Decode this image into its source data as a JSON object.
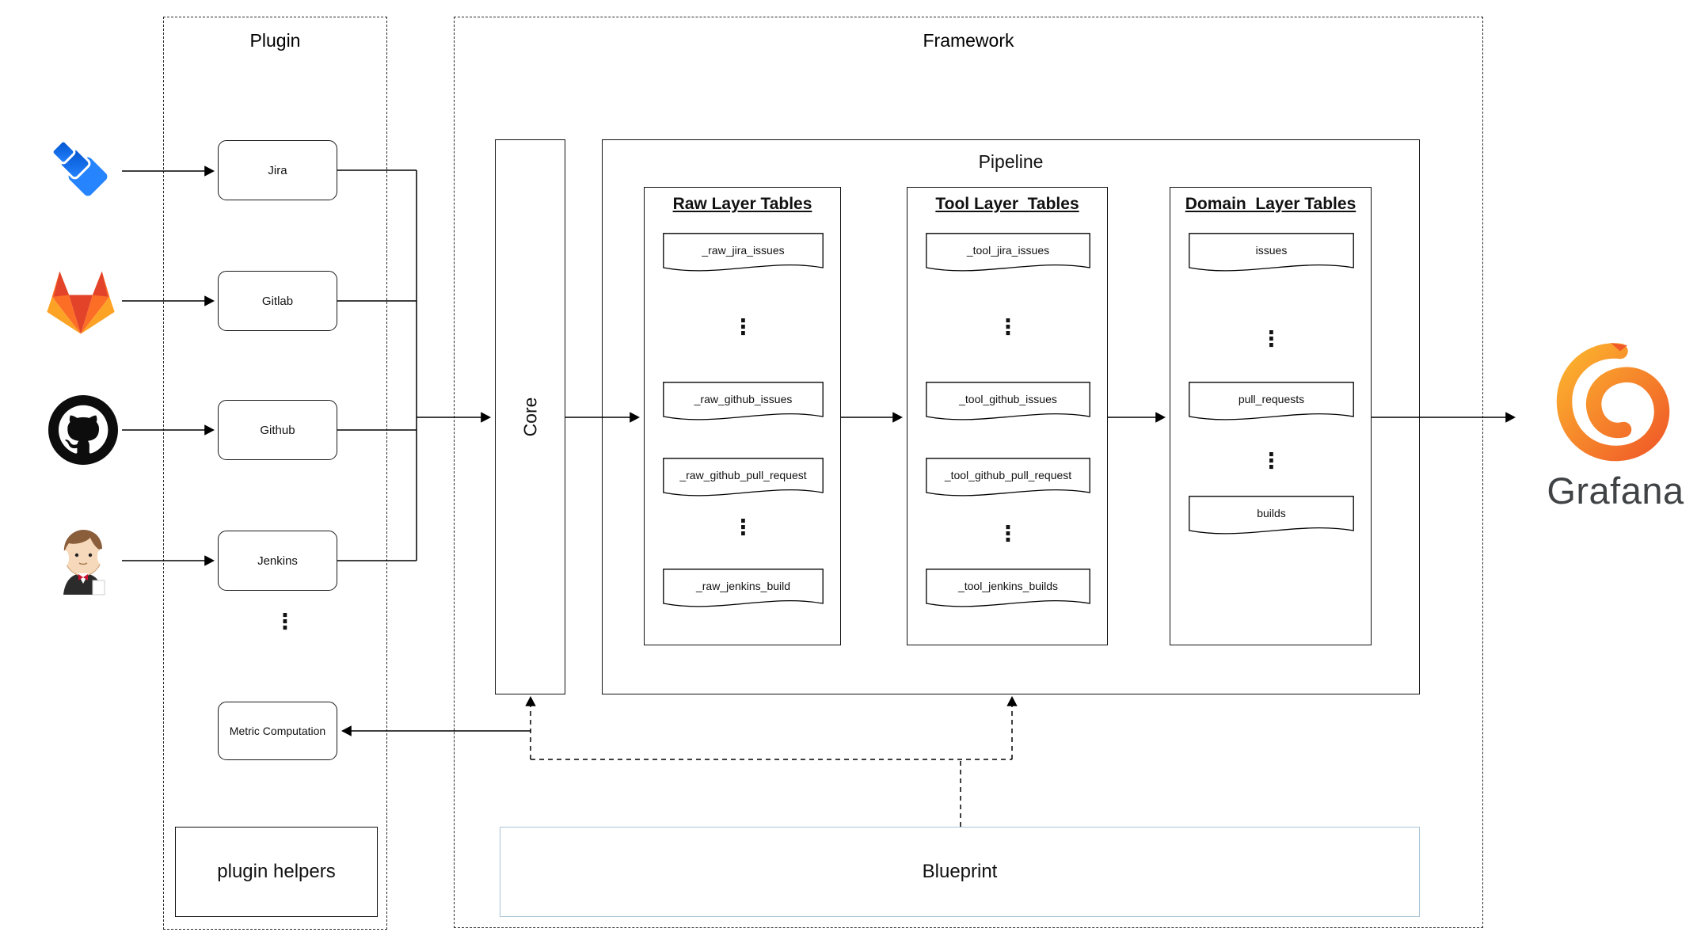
{
  "colors": {
    "line": "#000000",
    "blueprint_border": "#a9c4d6",
    "jira_blue_dark": "#0052CC",
    "jira_blue": "#2684FF",
    "gitlab_red": "#E24329",
    "gitlab_orange": "#FC6D26",
    "gitlab_yellow": "#FCA326",
    "github_black": "#0d0d0d",
    "grafana_orange_dark": "#F05A28",
    "grafana_orange_light": "#FCB42E",
    "grafana_text_color": "#404345"
  },
  "plugin": {
    "title": "Plugin",
    "nodes": [
      {
        "label": "Jira",
        "icon": "jira-logo"
      },
      {
        "label": "Gitlab",
        "icon": "gitlab-logo"
      },
      {
        "label": "Github",
        "icon": "github-logo"
      },
      {
        "label": "Jenkins",
        "icon": "jenkins-logo"
      }
    ],
    "ellipsis": "⋮",
    "metric_label": "Metric Computation",
    "helpers_label": "plugin helpers"
  },
  "framework": {
    "title": "Framework",
    "core_label": "Core",
    "pipeline": {
      "title": "Pipeline",
      "columns": [
        {
          "title": "Raw Layer Tables",
          "items": [
            {
              "type": "doc",
              "label": "_raw_jira_issues"
            },
            {
              "type": "dots",
              "label": "⋮"
            },
            {
              "type": "doc",
              "label": "_raw_github_issues"
            },
            {
              "type": "doc",
              "label": "_raw_github_pull_request"
            },
            {
              "type": "dots",
              "label": "⋮"
            },
            {
              "type": "doc",
              "label": "_raw_jenkins_build"
            }
          ]
        },
        {
          "title": "Tool Layer  Tables",
          "items": [
            {
              "type": "doc",
              "label": "_tool_jira_issues"
            },
            {
              "type": "dots",
              "label": "⋮"
            },
            {
              "type": "doc",
              "label": "_tool_github_issues"
            },
            {
              "type": "doc",
              "label": "_tool_github_pull_request"
            },
            {
              "type": "dots",
              "label": "⋮"
            },
            {
              "type": "doc",
              "label": "_tool_jenkins_builds"
            }
          ]
        },
        {
          "title": "Domain  Layer Tables",
          "items": [
            {
              "type": "doc",
              "label": "issues"
            },
            {
              "type": "dots",
              "label": "⋮"
            },
            {
              "type": "doc",
              "label": "pull_requests"
            },
            {
              "type": "dots",
              "label": "⋮"
            },
            {
              "type": "doc",
              "label": "builds"
            }
          ]
        }
      ]
    },
    "blueprint_label": "Blueprint"
  },
  "output": {
    "label": "Grafana",
    "icon": "grafana-logo"
  }
}
